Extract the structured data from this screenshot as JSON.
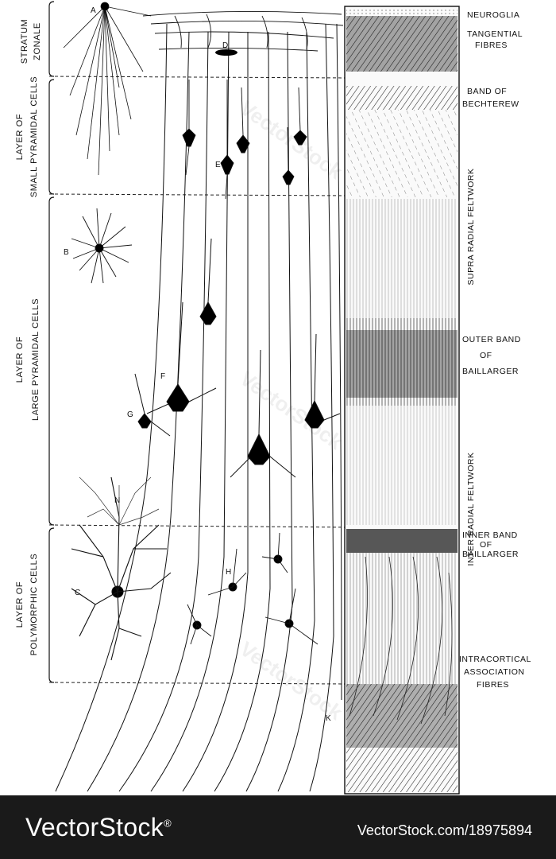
{
  "left_labels": [
    {
      "text": "STRATUM"
    },
    {
      "text": "ZONALE"
    },
    {
      "text": "LAYER OF"
    },
    {
      "text": "SMALL PYRAMIDAL CELLS"
    },
    {
      "text": "LAYER OF"
    },
    {
      "text": "LARGE PYRAMIDAL CELLS"
    },
    {
      "text": "LAYER OF"
    },
    {
      "text": "POLYMORPHIC CELLS"
    }
  ],
  "cell_letters": [
    "A",
    "B",
    "C",
    "D",
    "E",
    "F",
    "G",
    "H",
    "K",
    "N"
  ],
  "right_labels": {
    "neuroglia": "NEUROGLIA",
    "tangential_1": "TANGENTIAL",
    "tangential_2": "FIBRES",
    "bechterew_1": "BAND OF",
    "bechterew_2": "BECHTEREW",
    "supra": "SUPRA RADIAL FELTWORK",
    "outer_1": "OUTER BAND",
    "outer_2": "OF",
    "outer_3": "BAILLARGER",
    "radial": "INTER RADIAL FELTWORK",
    "inner_1": "INNER BAND",
    "inner_2": "OF",
    "inner_3": "BAILLARGER",
    "assoc_1": "INTRACORTICAL",
    "assoc_2": "ASSOCIATION",
    "assoc_3": "FIBRES"
  },
  "watermark": "VectorStock",
  "footer": {
    "brand": "VectorStock",
    "reg": "®",
    "url": "VectorStock.com/18975894"
  }
}
